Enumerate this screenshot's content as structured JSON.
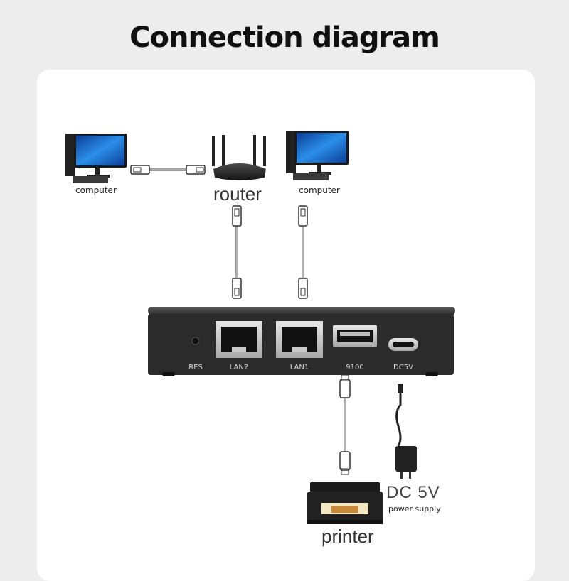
{
  "title": "Connection diagram",
  "labels": {
    "computer_left": "computer",
    "router": "router",
    "computer_right": "computer",
    "printer": "printer",
    "dc": "DC 5V",
    "power_supply": "power supply"
  },
  "ports": {
    "res": "RES",
    "lan2": "LAN2",
    "lan1": "LAN1",
    "usb": "9100",
    "dc": "DC5V"
  },
  "colors": {
    "device_body": "#2b2b2b",
    "port_silver": "#c9c9c9",
    "screen_blue": "#1f6fd1",
    "cable": "#d0d0d0"
  }
}
